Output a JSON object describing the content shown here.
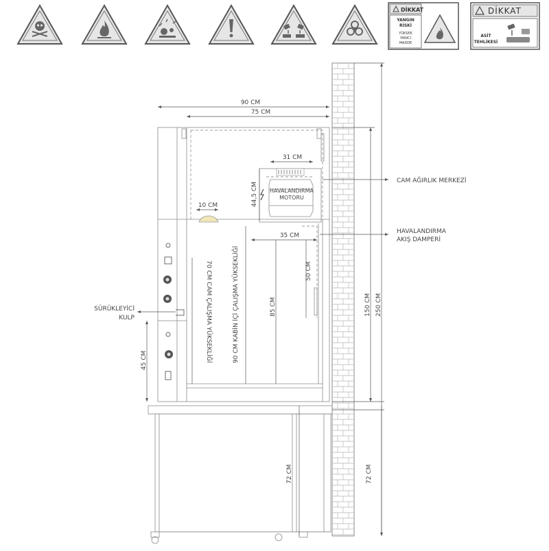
{
  "signs": {
    "triangles": [
      {
        "icon": "skull-crossbones-icon"
      },
      {
        "icon": "flame-icon"
      },
      {
        "icon": "explosive-icon"
      },
      {
        "icon": "exclamation-icon"
      },
      {
        "icon": "corrosive-icon"
      },
      {
        "icon": "biohazard-icon"
      }
    ],
    "fire_sign": {
      "header": "DİKKAT",
      "line1": "YANGIN",
      "line2": "RİSKİ",
      "line3": "YÜKSEK",
      "line4": "YANICI",
      "line5": "MADDE"
    },
    "acid_sign": {
      "header": "DİKKAT",
      "line1": "ASİT",
      "line2": "TEHLİKESİ"
    }
  },
  "dimensions": {
    "width_outer": "90 CM",
    "width_inner": "75 CM",
    "motor_width": "31 CM",
    "motor_height": "44,5 CM",
    "light_width": "10 CM",
    "damper_width": "35 CM",
    "damper_height": "50 CM",
    "glass_height": "70 CM CAM ÇALIŞMA YÜKSEKLİĞİ",
    "cabin_height": "90 CM KABİN İÇİ ÇALIŞMA YÜKSEKLİĞİ",
    "depth_85": "85 CM",
    "handle_height": "45 CM",
    "height_150": "150 CM",
    "height_250": "250 CM",
    "stand_height_left": "72 CM",
    "stand_height_right": "72 CM"
  },
  "labels": {
    "motor_line1": "HAVALANDIRMA",
    "motor_line2": "MOTORU",
    "cam_center": "CAM AĞIRLIK MERKEZİ",
    "damper_line1": "HAVALANDIRMA",
    "damper_line2": "AKIŞ DAMPERİ",
    "handle_line1": "SÜRÜKLEYİCİ",
    "handle_line2": "KULP"
  },
  "colors": {
    "sign_fill": "#e6e6e6",
    "sign_stroke": "#555555",
    "line": "#8a8a8a",
    "brick": "#b5b5b5"
  }
}
